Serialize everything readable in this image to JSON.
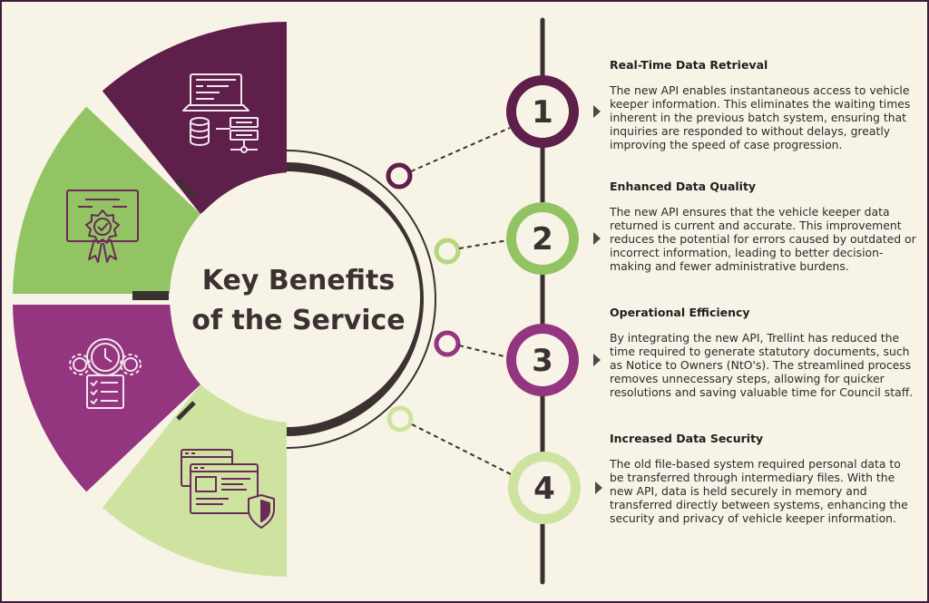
{
  "title": {
    "line1": "Key Benefits",
    "line2": "of the Service"
  },
  "colors": {
    "plum": "#5e1f4a",
    "purple": "#93357f",
    "green": "#93c464",
    "light_green": "#cfe3a0",
    "dark": "#3a3131",
    "cream": "#f8f3e7"
  },
  "icons": [
    {
      "segment": 1,
      "name": "computer-database-network-icon"
    },
    {
      "segment": 2,
      "name": "certificate-badge-icon"
    },
    {
      "segment": 3,
      "name": "clock-gears-checklist-icon"
    },
    {
      "segment": 4,
      "name": "browser-windows-shield-icon"
    }
  ],
  "benefits": [
    {
      "number": "1",
      "heading": "Real-Time Data Retrieval",
      "text": "The new API enables instantaneous access to vehicle keeper information. This eliminates the waiting times inherent in the previous batch system, ensuring that inquiries are responded to without delays, greatly improving the speed of case progression."
    },
    {
      "number": "2",
      "heading": "Enhanced Data Quality",
      "text": "The new API ensures that the vehicle keeper data returned is current and accurate. This improvement reduces the potential for errors caused by outdated or incorrect information, leading to better decision-making and fewer administrative burdens."
    },
    {
      "number": "3",
      "heading": "Operational Efficiency",
      "text": "By integrating the new API, Trellint has reduced the time required to generate statutory documents, such as Notice to Owners (NtO's). The streamlined process removes unnecessary steps, allowing for quicker resolutions and saving valuable time for Council staff."
    },
    {
      "number": "4",
      "heading": "Increased Data Security",
      "text": "The old file-based system required personal data to be transferred through intermediary files. With the new API, data is held securely in memory and transferred directly between systems, enhancing the security and privacy of vehicle keeper information."
    }
  ]
}
